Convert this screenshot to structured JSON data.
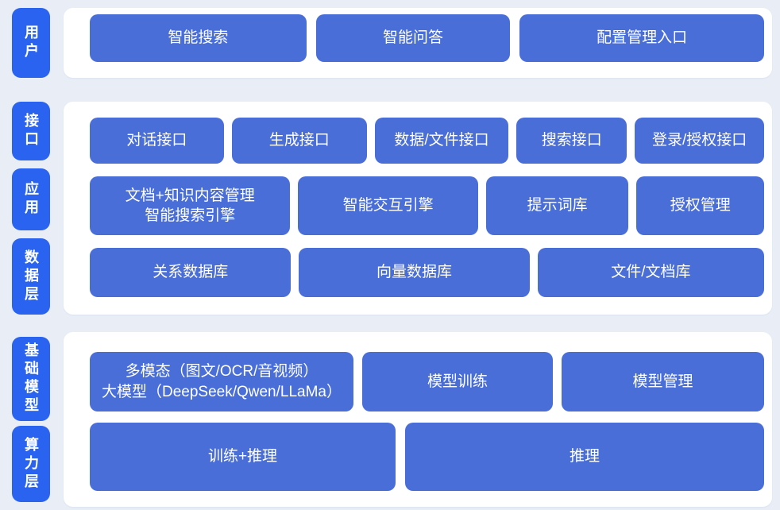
{
  "colors": {
    "background": "#e9eef6",
    "panel": "#ffffff",
    "layer_pill": "#2a63f0",
    "button": "#4a6ed8",
    "text": "#ffffff"
  },
  "groups": [
    {
      "labels": [
        {
          "text": "用户"
        }
      ],
      "rows": [
        {
          "buttons": [
            {
              "label": "智能搜索"
            },
            {
              "label": "智能问答"
            },
            {
              "label": "配置管理入口"
            }
          ]
        }
      ]
    },
    {
      "labels": [
        {
          "text": "接口"
        },
        {
          "text": "应用"
        },
        {
          "text": "数据层"
        }
      ],
      "rows": [
        {
          "buttons": [
            {
              "label": "对话接口"
            },
            {
              "label": "生成接口"
            },
            {
              "label": "数据/文件接口"
            },
            {
              "label": "搜索接口"
            },
            {
              "label": "登录/授权接口"
            }
          ]
        },
        {
          "buttons": [
            {
              "lines": [
                "文档+知识内容管理",
                "智能搜索引擎"
              ]
            },
            {
              "label": "智能交互引擎"
            },
            {
              "label": "提示词库"
            },
            {
              "label": "授权管理"
            }
          ]
        },
        {
          "buttons": [
            {
              "label": "关系数据库"
            },
            {
              "label": "向量数据库"
            },
            {
              "label": "文件/文档库"
            }
          ]
        }
      ]
    },
    {
      "labels": [
        {
          "text": "基础模型"
        },
        {
          "text": "算力层"
        }
      ],
      "rows": [
        {
          "buttons": [
            {
              "lines": [
                "多模态（图文/OCR/音视频）",
                "大模型（DeepSeek/Qwen/LLaMa）"
              ]
            },
            {
              "label": "模型训练"
            },
            {
              "label": "模型管理"
            }
          ]
        },
        {
          "buttons": [
            {
              "label": "训练+推理"
            },
            {
              "label": "推理"
            }
          ]
        }
      ]
    }
  ]
}
